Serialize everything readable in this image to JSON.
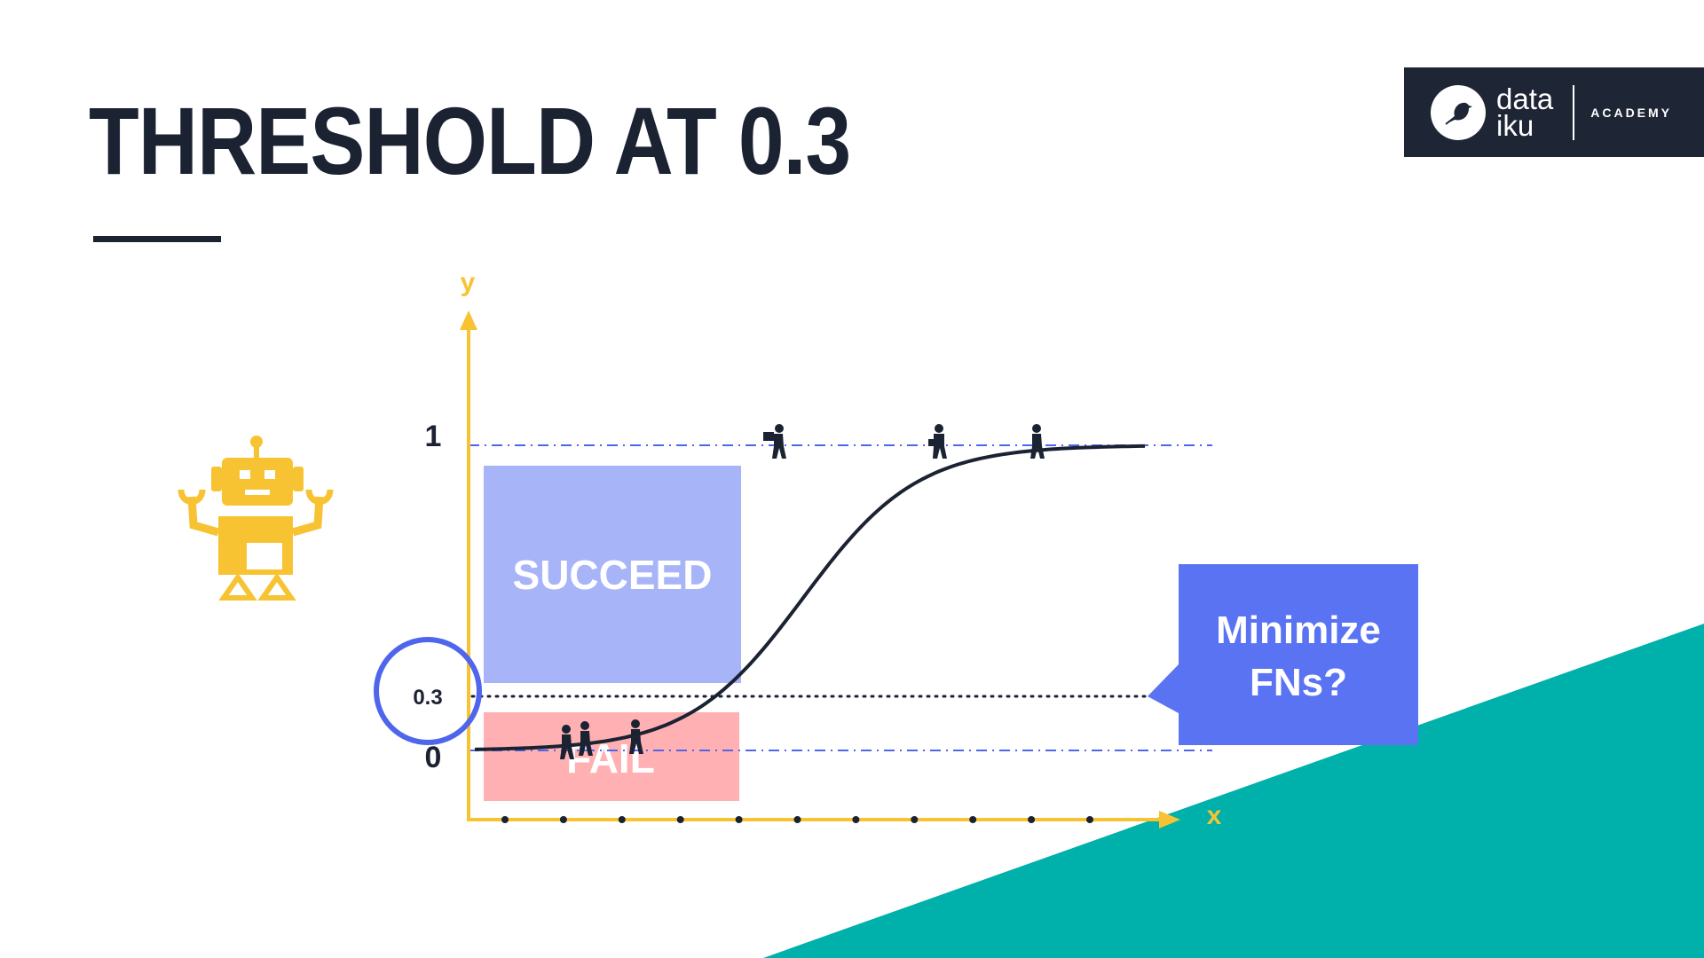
{
  "slide": {
    "title": "THRESHOLD AT 0.3",
    "brand": {
      "name_line1": "data",
      "name_line2": "iku",
      "subtitle": "ACADEMY"
    }
  },
  "diagram": {
    "axis_x_label": "x",
    "axis_y_label": "y",
    "tick_one": "1",
    "tick_zero": "0",
    "threshold_label": "0.3",
    "succeed_label": "SUCCEED",
    "fail_label": "FAIL",
    "callout_line1": "Minimize",
    "callout_line2": "FNs?",
    "x_dot_count": 11,
    "colors": {
      "axis": "#f7c333",
      "succeed": "#a8b4f8",
      "fail": "#ffb0b2",
      "callout": "#5a73f3",
      "teal": "#00b0aa",
      "circle": "#4f66ec",
      "curve": "#1b2232",
      "dash": "#4f66ec"
    },
    "icons": [
      "robot-icon",
      "person-icon"
    ]
  }
}
